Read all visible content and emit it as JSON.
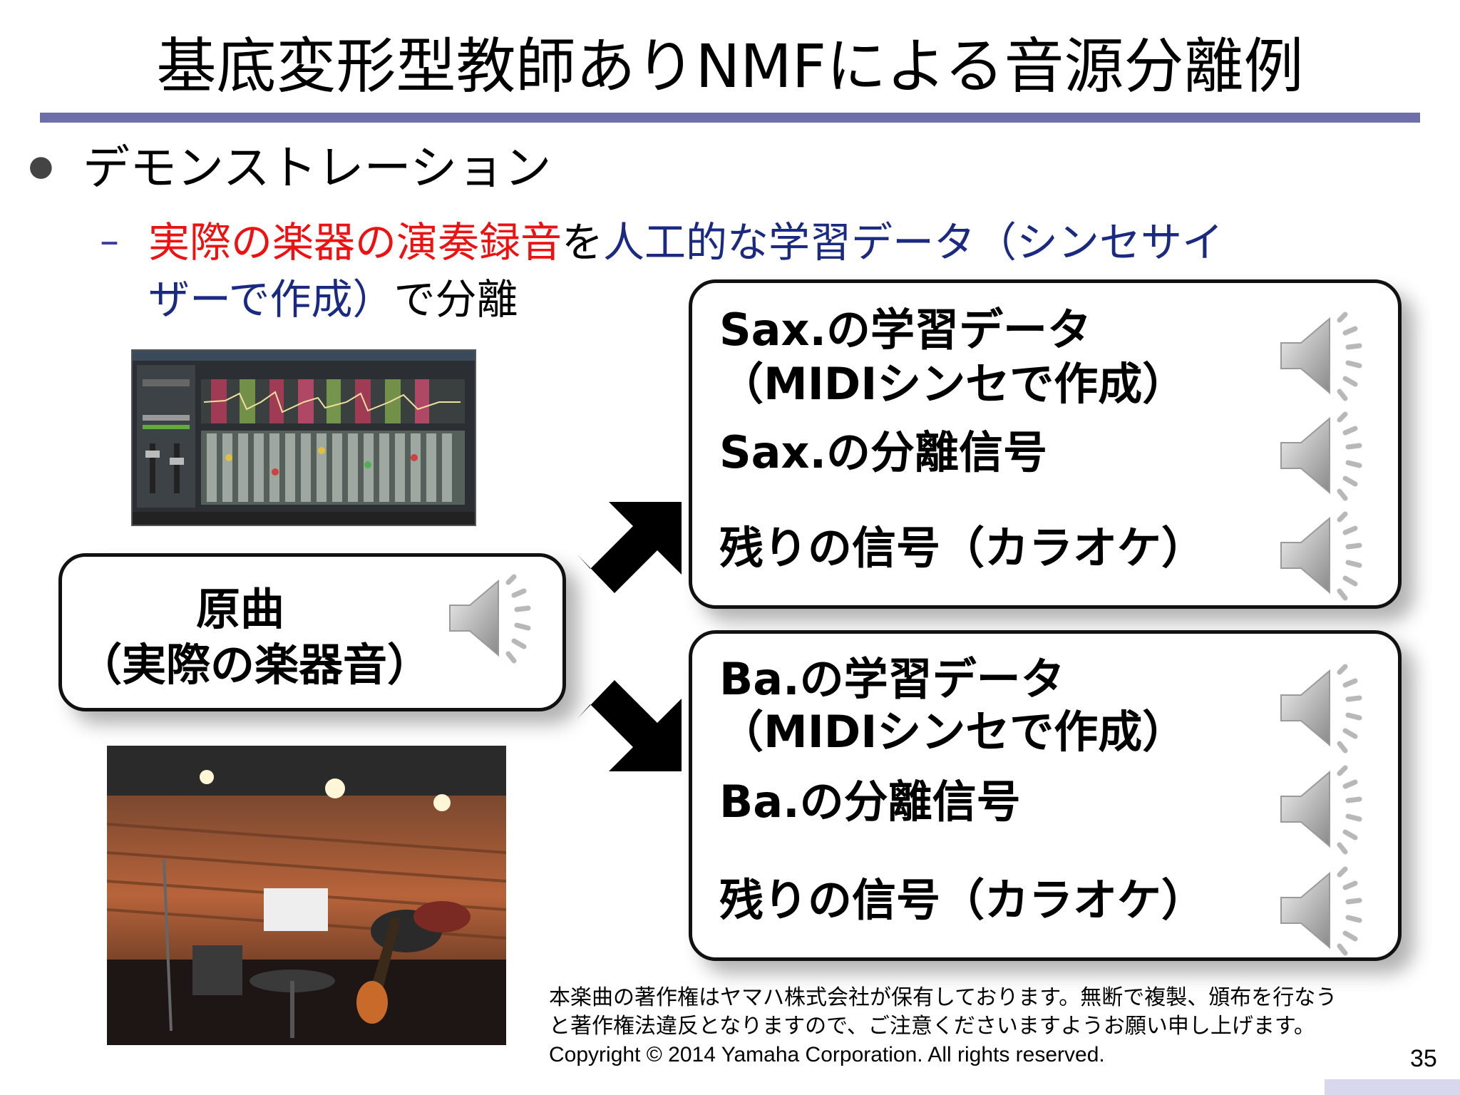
{
  "slide": {
    "title": "基底変形型教師ありNMFによる音源分離例",
    "bullet": "デモンストレーション",
    "sub_red": "実際の楽器の演奏録音",
    "sub_black1": "を",
    "sub_navy1": "人工的な学習データ（シンセサイ",
    "sub_navy2": "ザーで作成）",
    "sub_black2": "で分離",
    "page_number": "35"
  },
  "original": {
    "line1": "原曲",
    "line2": "（実際の楽器音）"
  },
  "sax_box": {
    "train_line1": "Sax.の学習データ",
    "train_line2": "（MIDIシンセで作成）",
    "separated": "Sax.の分離信号",
    "residual": "残りの信号（カラオケ）"
  },
  "ba_box": {
    "train_line1": "Ba.の学習データ",
    "train_line2": "（MIDIシンセで作成）",
    "separated": "Ba.の分離信号",
    "residual": "残りの信号（カラオケ）"
  },
  "copyright": {
    "line1": "本楽曲の著作権はヤマハ株式会社が保有しております。無断で複製、頒布を行なう",
    "line2": "と著作権法違反となりますので、ご注意くださいますようお願い申し上げます。",
    "line3": "Copyright © 2014 Yamaha Corporation. All rights reserved."
  },
  "colors": {
    "title_rule": "#6e6ea8",
    "red_text": "#ee1111",
    "navy_text": "#1a2a80"
  },
  "icons": [
    "speaker-icon",
    "arrow-icon"
  ]
}
